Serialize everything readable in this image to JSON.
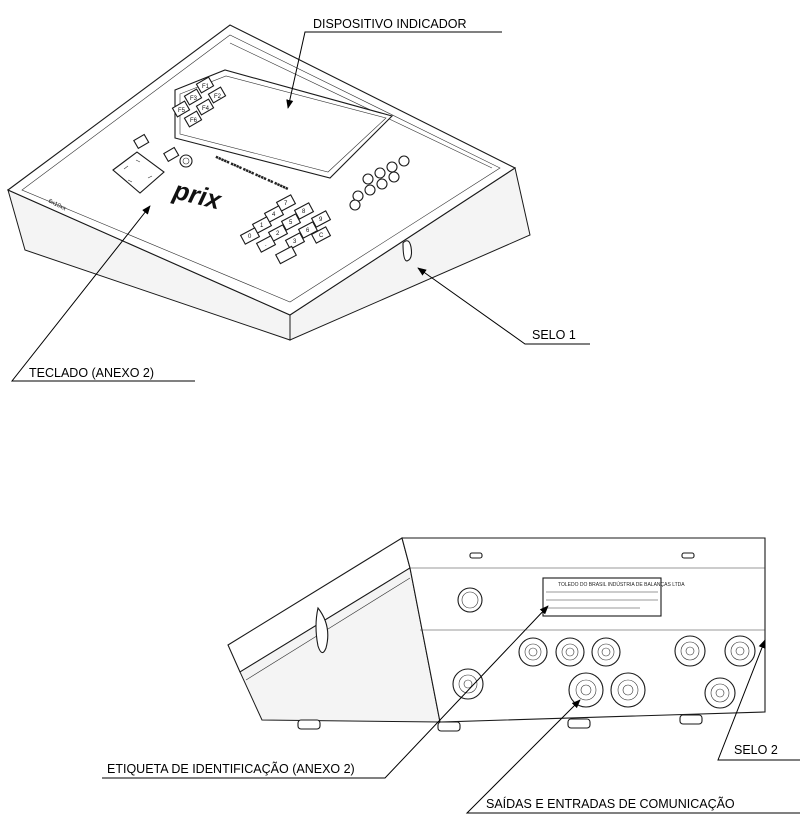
{
  "labels": {
    "display": "DISPOSITIVO INDICADOR",
    "keyboard": "TECLADO (ANEXO 2)",
    "seal1": "SELO 1",
    "id_tag": "ETIQUETA DE IDENTIFICAÇÃO (ANEXO 2)",
    "seal2": "SELO 2",
    "io": "SAÍDAS E ENTRADAS DE COMUNICAÇÃO"
  },
  "device": {
    "brand": "prix",
    "model": "6x10xx"
  },
  "keys": {
    "function": [
      "F1",
      "F2",
      "F3",
      "F4",
      "F5",
      "F6"
    ],
    "numeric": [
      "7",
      "8",
      "9",
      "4",
      "5",
      "6",
      "1",
      "2",
      "3",
      "0",
      ".",
      "C"
    ]
  },
  "plate": {
    "line1": "TOLEDO DO BRASIL INDÚSTRIA DE BALANÇAS LTDA"
  }
}
